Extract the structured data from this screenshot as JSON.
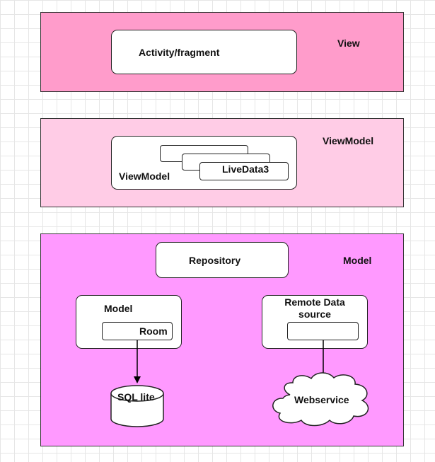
{
  "view_layer": {
    "title": "View",
    "component": "Activity/fragment",
    "fill": "#ff9ccb"
  },
  "viewmodel_layer": {
    "title": "ViewModel",
    "component_label": "ViewModel",
    "livedata_label": "LiveData3",
    "fill": "#ffcce6"
  },
  "model_layer": {
    "title": "Model",
    "fill": "#ff99ff",
    "repository": "Repository",
    "local": {
      "title": "Model",
      "inner": "Room",
      "database": "SQL lite"
    },
    "remote": {
      "title": "Remote Data source",
      "inner": "",
      "service": "Webservice"
    }
  }
}
